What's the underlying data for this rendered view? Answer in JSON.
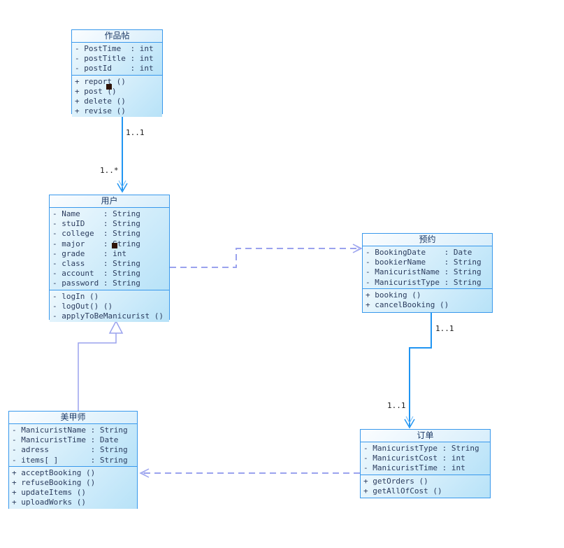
{
  "diagram_type": "uml-class-diagram",
  "colors": {
    "box_border": "#3898ec",
    "box_fill_light": "#eef8fd",
    "box_fill_deep": "#b7e2f8",
    "association_line": "#2095f2",
    "dependency_line": "#9aa2ee",
    "text": "#2b3c5e"
  },
  "classes": [
    {
      "id": "workpost",
      "name": "作品帖",
      "attributes": [
        "- PostTime  : int",
        "- postTitle : int",
        "- postId    : int"
      ],
      "methods": [
        "+ report ()",
        "+ post ()",
        "+ delete ()",
        "+ revise ()"
      ]
    },
    {
      "id": "user",
      "name": "用户",
      "attributes": [
        "- Name     : String",
        "- stuID    : String",
        "- college  : String",
        "- major    : String",
        "- grade    : int",
        "- class    : String",
        "- account  : String",
        "- password : String"
      ],
      "methods": [
        "- logIn ()",
        "- logOut() ()",
        "- applyToBeManicurist ()"
      ]
    },
    {
      "id": "booking",
      "name": "预约",
      "attributes": [
        "- BookingDate    : Date",
        "- bookierName    : String",
        "- ManicuristName : String",
        "- ManicuristType : String"
      ],
      "methods": [
        "+ booking ()",
        "+ cancelBooking ()"
      ]
    },
    {
      "id": "manicurist",
      "name": "美甲师",
      "attributes": [
        "- ManicuristName : String",
        "- ManicuristTime : Date",
        "- adress         : String",
        "- items[ ]       : String"
      ],
      "methods": [
        "+ acceptBooking ()",
        "+ refuseBooking ()",
        "+ updateItems ()",
        "+ uploadWorks ()"
      ]
    },
    {
      "id": "order",
      "name": "订单",
      "attributes": [
        "- ManicuristType : String",
        "- ManicuristCost : int",
        "- ManicuristTime : int"
      ],
      "methods": [
        "+ getOrders ()",
        "+ getAllOfCost ()"
      ]
    }
  ],
  "relationships": [
    {
      "type": "association",
      "from": "作品帖",
      "to": "用户",
      "source_multiplicity": "1..1",
      "target_multiplicity": "1..*"
    },
    {
      "type": "dependency",
      "from": "用户",
      "to": "预约"
    },
    {
      "type": "generalization",
      "from": "美甲师",
      "to": "用户"
    },
    {
      "type": "association",
      "from": "预约",
      "to": "订单",
      "source_multiplicity": "1..1",
      "target_multiplicity": "1..1"
    },
    {
      "type": "dependency",
      "from": "订单",
      "to": "美甲师"
    }
  ],
  "multiplicity_labels": {
    "assoc1_source": "1..1",
    "assoc1_target": "1..*",
    "assoc2_source": "1..1",
    "assoc2_target": "1..1"
  }
}
